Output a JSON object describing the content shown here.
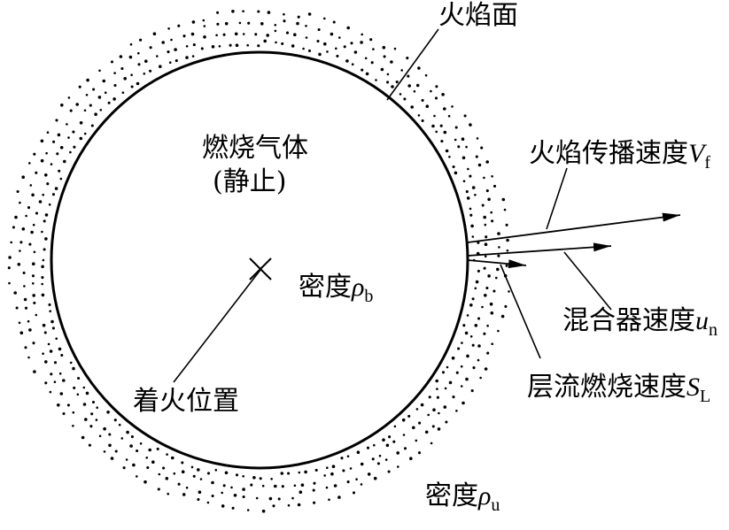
{
  "labels": {
    "flame_front": "火焰面",
    "burned_gas_line1": "燃烧气体",
    "burned_gas_line2": "(静止)",
    "density_burned": {
      "text": "密度",
      "symbol": "ρ",
      "subscript": "b"
    },
    "ignition_point": "着火位置",
    "flame_speed": {
      "text": "火焰传播速度",
      "symbol": "V",
      "subscript": "f"
    },
    "mixture_speed": {
      "text": "混合器速度",
      "symbol": "u",
      "subscript": "n"
    },
    "laminar_speed": {
      "text": "层流燃烧速度",
      "symbol": "S",
      "subscript": "L"
    },
    "density_unburned": {
      "text": "密度",
      "symbol": "ρ",
      "subscript": "u"
    }
  },
  "colors": {
    "ink": "#000000",
    "background": "#ffffff"
  }
}
